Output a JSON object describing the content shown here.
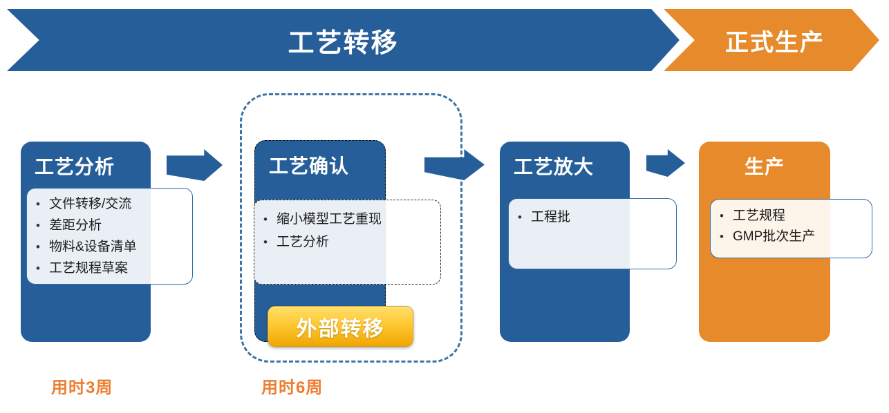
{
  "banner": {
    "process_transfer_label": "工艺转移",
    "formal_production_label": "正式生产"
  },
  "flow": {
    "stage1": {
      "title": "工艺分析",
      "items": [
        "文件转移/交流",
        "差距分析",
        "物料&设备清单",
        "工艺规程草案"
      ]
    },
    "stage2": {
      "title": "工艺确认",
      "items": [
        "缩小模型工艺重现",
        "工艺分析"
      ],
      "badge": "外部转移"
    },
    "stage3": {
      "title": "工艺放大",
      "items": [
        "工程批"
      ]
    },
    "stage4": {
      "title": "生产",
      "items": [
        "工艺规程",
        "GMP批次生产"
      ]
    }
  },
  "durations": {
    "stage1": "用时3周",
    "stage2": "用时6周"
  },
  "bullet_glyph": "•",
  "colors": {
    "primary_blue": "#265E99",
    "accent_orange": "#E78A2B",
    "badge_gold": "#FFC933",
    "duration_orange": "#ED7D31",
    "dashed_group_blue": "#3C74A6"
  }
}
